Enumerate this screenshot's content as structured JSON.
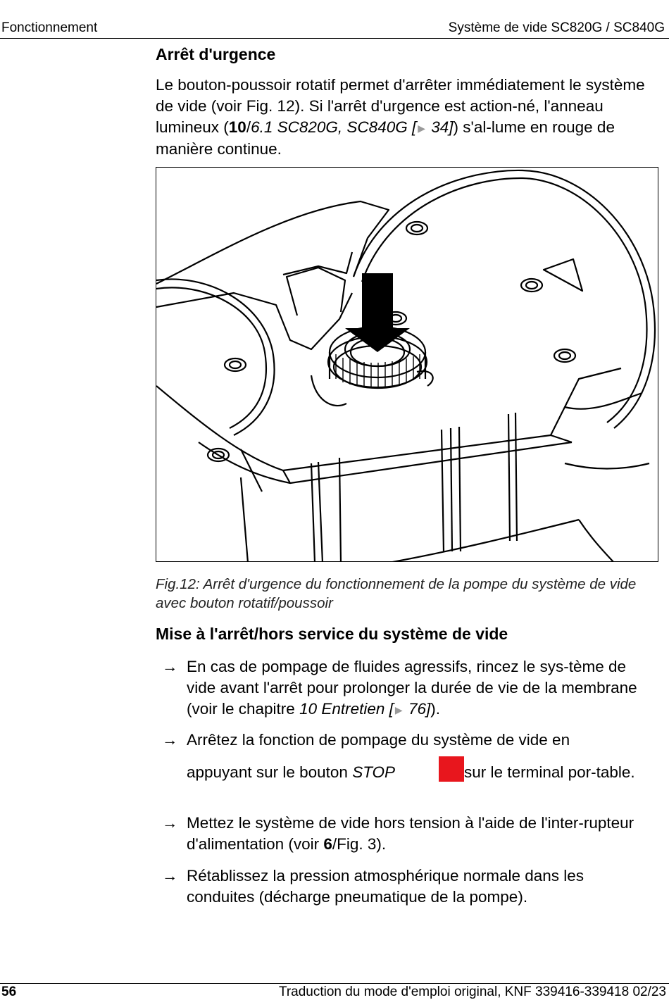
{
  "header": {
    "section": "Fonctionnement",
    "product": "Système de vide SC820G / SC840G"
  },
  "emergency": {
    "heading": "Arrêt d'urgence",
    "p1": "Le bouton-poussoir rotatif permet d'arrêter immédiatement le système de vide (voir Fig. 12). Si l'arrêt d'urgence est action-né, l'anneau lumineux (",
    "ref_bold": "10",
    "ref_sep": "/",
    "ref_italic": "6.1 SC820G, SC840G [",
    "ref_page": " 34]",
    "p1_end": ") s'al-lume en rouge de manière continue."
  },
  "figure": {
    "caption": "Fig.12: Arrêt d'urgence du fonctionnement de la pompe du système de vide avec bouton rotatif/poussoir"
  },
  "shutdown": {
    "heading": "Mise à l'arrêt/hors service du système de vide",
    "arrow": "→",
    "step1_a": "En cas de pompage de fluides agressifs, rincez le sys-tème de vide avant l'arrêt pour prolonger la durée de vie de la membrane (voir le chapitre ",
    "step1_ref": "10 Entretien [",
    "step1_page": " 76]",
    "step1_end": ").",
    "step2_line1": "Arrêtez la fonction de pompage du système de vide en",
    "step2_a": "appuyant sur le bouton ",
    "step2_stop": "STOP",
    "step2_b": "sur le terminal por-table.",
    "step3_a": "Mettez le système de vide hors tension à l'aide de l'inter-rupteur d'alimentation (voir ",
    "step3_bold": "6",
    "step3_b": "/Fig. 3).",
    "step4": "Rétablissez la pression atmosphérique normale dans les conduites (décharge pneumatique de la pompe).",
    "stop_color": "#e8161d"
  },
  "footer": {
    "page_number": "56",
    "doc_ref": "Traduction du mode d'emploi original, KNF 339416-339418 02/23"
  }
}
